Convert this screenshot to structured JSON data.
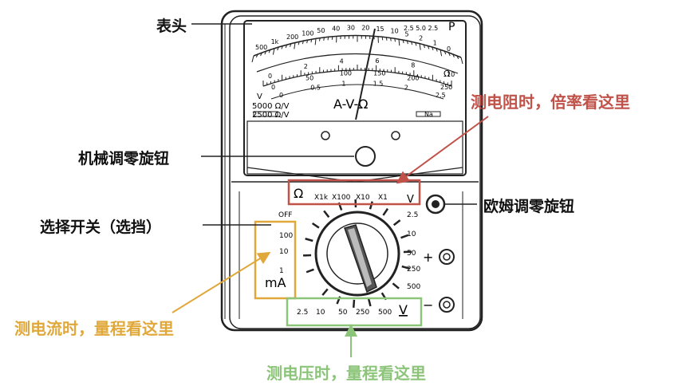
{
  "labels": {
    "meter_head": "表头",
    "mech_zero_knob": "机械调零旋钮",
    "selector_switch": "选择开关（选挡）",
    "ohm_zero_knob": "欧姆调零旋钮"
  },
  "notes": {
    "resistance": {
      "text": "测电阻时，倍率看这里",
      "color": "#c0524a"
    },
    "current": {
      "text": "测电流时，量程看这里",
      "color": "#e0a83a"
    },
    "voltage": {
      "text": "测电压时，量程看这里",
      "color": "#8cc47a"
    }
  },
  "dial": {
    "letter_p": "P",
    "range_marks": "2.5 5.0 2.5",
    "top_ohm_scale": [
      "500",
      "1k",
      "200",
      "100",
      "50",
      "40",
      "30",
      "20",
      "15",
      "10",
      "5",
      "2",
      "1",
      "0"
    ],
    "dc_scale_top": [
      "0",
      "2",
      "4",
      "6",
      "8",
      "10"
    ],
    "dc_scale_mid": [
      "0",
      "50",
      "100",
      "150",
      "200",
      "250"
    ],
    "dc_scale_low": [
      "0",
      "0.5",
      "1",
      "1.5",
      "2",
      "2.5"
    ],
    "center_text": "A-V-Ω",
    "sensitivity_1": "5000 Ω/V",
    "sensitivity_2": "2500 Ω/V",
    "na": "Na",
    "ohm_label": "Ω",
    "v_label": "V"
  },
  "selector": {
    "ohm_symbol": "Ω",
    "ohm_ranges": [
      "X1k",
      "X100",
      "X10",
      "X1"
    ],
    "off": "OFF",
    "ma_ranges": [
      "100",
      "10",
      "1"
    ],
    "ma_unit": "mA",
    "dcv_right": [
      "2.5",
      "10",
      "50",
      "250",
      "500"
    ],
    "dcv_bottom": [
      "2.5",
      "10",
      "50",
      "250",
      "500"
    ],
    "v_unit": "V",
    "plus": "+",
    "minus": "−"
  },
  "colors": {
    "resistance": "#c0524a",
    "current": "#e0a83a",
    "voltage": "#8cc47a"
  }
}
